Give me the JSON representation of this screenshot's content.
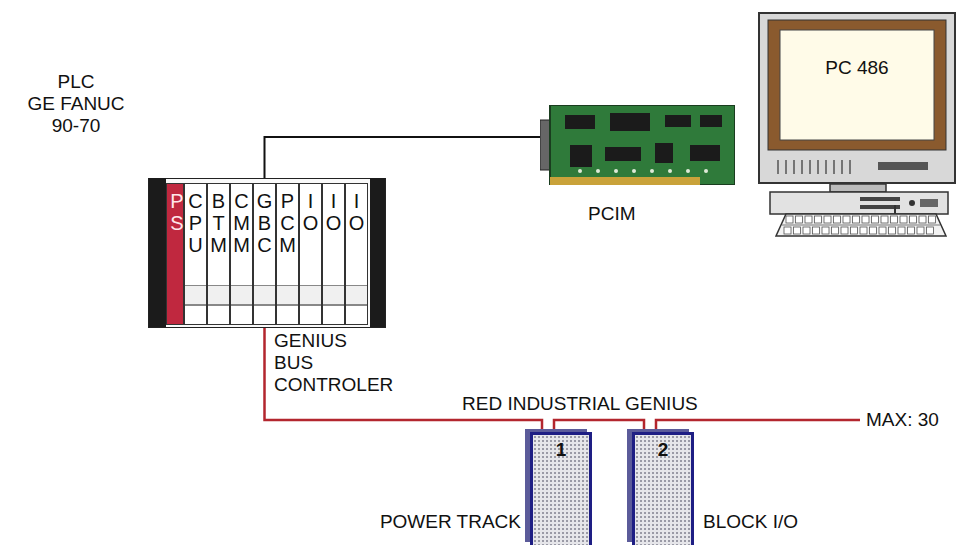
{
  "diagram": {
    "nodes": [
      {
        "text": [
          "PLC GE FANUC 90-70"
        ]
      },
      {
        "text": [
          "PS"
        ],
        "in": 0
      },
      {
        "text": [
          "CPU"
        ],
        "in": 0
      },
      {
        "text": [
          "BTM"
        ],
        "in": 0
      },
      {
        "text": [
          "CMM"
        ],
        "in": 0
      },
      {
        "text": [
          "GBC"
        ],
        "in": 0
      },
      {
        "text": [
          "PCM"
        ],
        "in": 0
      },
      {
        "text": [
          "IO"
        ],
        "in": 0
      },
      {
        "text": [
          "IO"
        ],
        "in": 0
      },
      {
        "text": [
          "IO"
        ],
        "in": 0
      },
      {
        "text": [
          "PCIM"
        ]
      },
      {
        "text": [
          "PC 486"
        ]
      },
      {
        "text": [
          "1",
          "POWER TRACK"
        ]
      },
      {
        "text": [
          "2",
          "BLOCK I/O"
        ]
      }
    ],
    "edges": [
      {
        "from": 5,
        "to": 10,
        "arrow": "none"
      },
      {
        "from": 5,
        "to": 12,
        "arrow": "none"
      },
      {
        "from": 12,
        "to": 13,
        "arrow": "none"
      }
    ],
    "labels": [
      "GENIUS BUS CONTROLER",
      "RED INDUSTRIAL GENIUS",
      "MAX: 30"
    ]
  }
}
